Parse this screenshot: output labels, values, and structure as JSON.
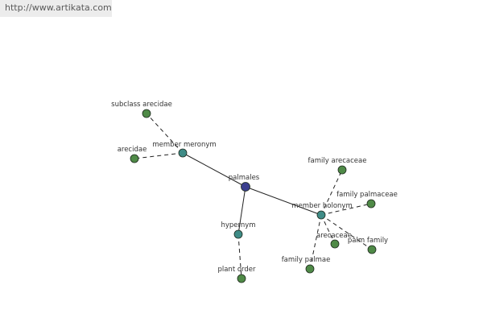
{
  "banner": {
    "url": "http://www.artikata.com"
  },
  "graph": {
    "nodes": [
      {
        "id": "palmales",
        "label": "palmales",
        "kind": "center",
        "color": "#3b3f8f"
      },
      {
        "id": "member_meronym",
        "label": "member meronym",
        "kind": "relation",
        "color": "#3f8c87"
      },
      {
        "id": "subclass_arecidae",
        "label": "subclass arecidae",
        "kind": "term",
        "color": "#4f8a47"
      },
      {
        "id": "arecidae",
        "label": "arecidae",
        "kind": "term",
        "color": "#4f8a47"
      },
      {
        "id": "hypernym",
        "label": "hypernym",
        "kind": "relation",
        "color": "#3f8c87"
      },
      {
        "id": "plant_order",
        "label": "plant order",
        "kind": "term",
        "color": "#4f8a47"
      },
      {
        "id": "member_holonym",
        "label": "member holonym",
        "kind": "relation",
        "color": "#3f8c87"
      },
      {
        "id": "family_arecaceae",
        "label": "family arecaceae",
        "kind": "term",
        "color": "#4f8a47"
      },
      {
        "id": "family_palmaceae",
        "label": "family palmaceae",
        "kind": "term",
        "color": "#4f8a47"
      },
      {
        "id": "arecaceae",
        "label": "arecaceae",
        "kind": "term",
        "color": "#4f8a47"
      },
      {
        "id": "palm_family",
        "label": "palm family",
        "kind": "term",
        "color": "#4f8a47"
      },
      {
        "id": "family_palmae",
        "label": "family palmae",
        "kind": "term",
        "color": "#4f8a47"
      }
    ],
    "edges": [
      {
        "from": "palmales",
        "to": "member_meronym",
        "style": "solid"
      },
      {
        "from": "palmales",
        "to": "hypernym",
        "style": "solid"
      },
      {
        "from": "palmales",
        "to": "member_holonym",
        "style": "solid"
      },
      {
        "from": "member_meronym",
        "to": "subclass_arecidae",
        "style": "dashed"
      },
      {
        "from": "member_meronym",
        "to": "arecidae",
        "style": "dashed"
      },
      {
        "from": "hypernym",
        "to": "plant_order",
        "style": "dashed"
      },
      {
        "from": "member_holonym",
        "to": "family_arecaceae",
        "style": "dashed"
      },
      {
        "from": "member_holonym",
        "to": "family_palmaceae",
        "style": "dashed"
      },
      {
        "from": "member_holonym",
        "to": "arecaceae",
        "style": "dashed"
      },
      {
        "from": "member_holonym",
        "to": "palm_family",
        "style": "dashed"
      },
      {
        "from": "member_holonym",
        "to": "family_palmae",
        "style": "dashed"
      }
    ]
  }
}
